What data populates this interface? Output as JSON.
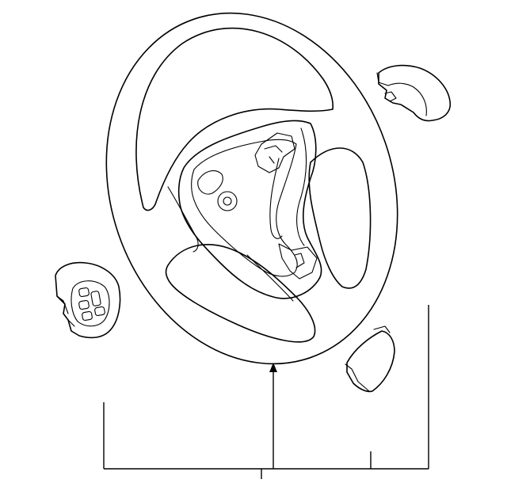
{
  "diagram": {
    "parts": [
      {
        "name": "steering-wheel"
      },
      {
        "name": "left-switch-assembly"
      },
      {
        "name": "upper-right-cover"
      },
      {
        "name": "lower-right-cover"
      }
    ],
    "colors": {
      "line": "#000000",
      "background": "#ffffff"
    }
  }
}
